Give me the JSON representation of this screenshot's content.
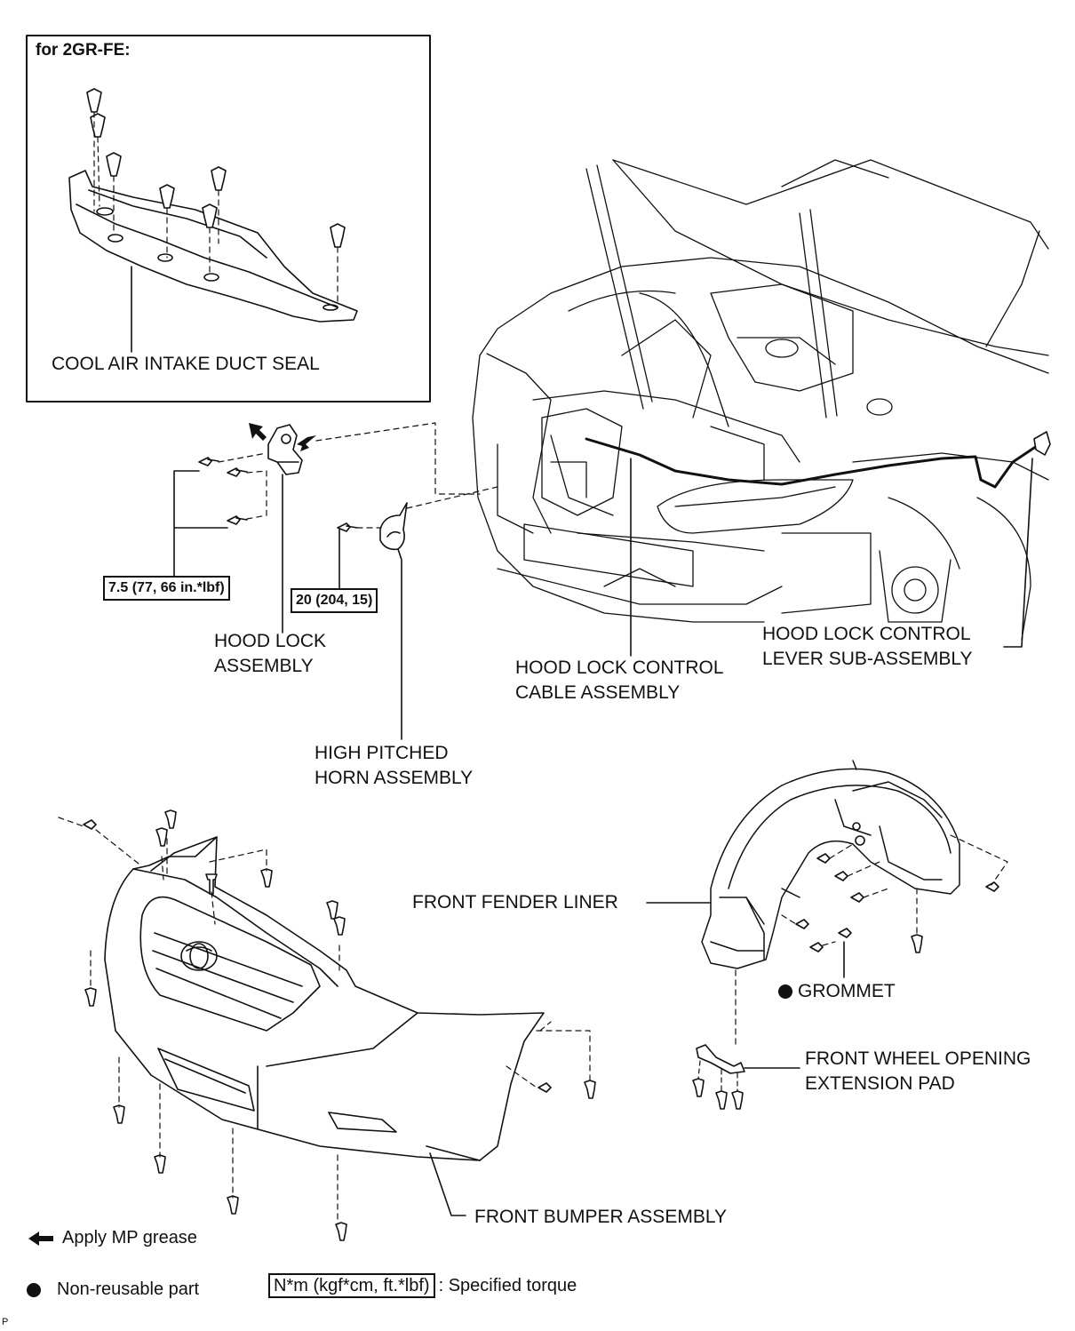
{
  "inset": {
    "title": "for 2GR-FE:",
    "part_label": "COOL AIR INTAKE DUCT SEAL"
  },
  "parts": {
    "hood_lock_line1": "HOOD LOCK",
    "hood_lock_line2": "ASSEMBLY",
    "horn_line1": "HIGH PITCHED",
    "horn_line2": "HORN ASSEMBLY",
    "cable_line1": "HOOD LOCK CONTROL",
    "cable_line2": "CABLE ASSEMBLY",
    "lever_line1": "HOOD LOCK CONTROL",
    "lever_line2": "LEVER SUB-ASSEMBLY",
    "fender_liner": "FRONT FENDER LINER",
    "grommet": "GROMMET",
    "pad_line1": "FRONT WHEEL OPENING",
    "pad_line2": "EXTENSION PAD",
    "bumper": "FRONT BUMPER ASSEMBLY"
  },
  "torques": {
    "hood_lock": "7.5 (77, 66 in.*lbf)",
    "horn": "20 (204, 15)"
  },
  "legend": {
    "grease": "Apply MP grease",
    "nonreusable": "Non-reusable part",
    "torque_box": "N*m (kgf*cm, ft.*lbf)",
    "torque_text": ": Specified torque"
  },
  "footer_code": "P"
}
